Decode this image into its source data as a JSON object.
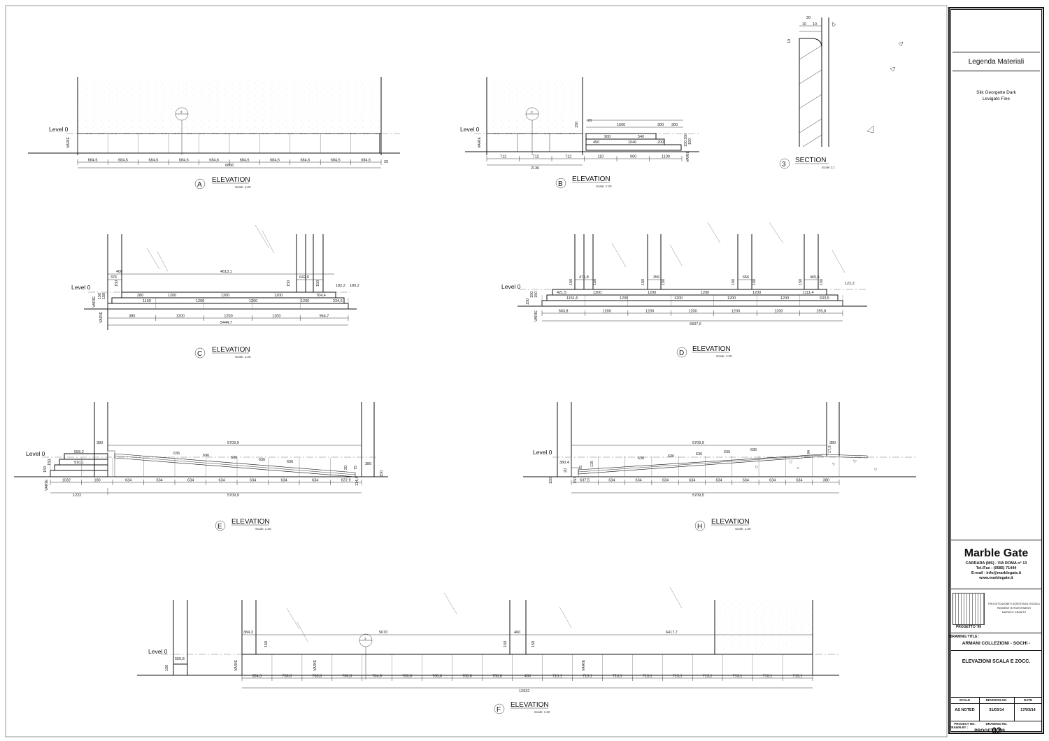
{
  "level_label": "Level 0",
  "vertical_dim_label": "VARIE",
  "views": {
    "A": {
      "letter": "A",
      "title": "ELEVATION",
      "scale": "Scale: 1:20",
      "segment_dims": [
        "684,6",
        "684,6",
        "684,6",
        "684,6",
        "684,6",
        "684,6",
        "684,6",
        "684,6",
        "684,6",
        "684,6"
      ],
      "overall_dim": "6866",
      "end_dim": "20",
      "detail_ref": "3"
    },
    "B": {
      "letter": "B",
      "title": "ELEVATION",
      "scale": "Scale: 1:20",
      "bottom_dims": [
        "712",
        "712",
        "712",
        "110",
        "900",
        "1100"
      ],
      "overall_dim": "2136",
      "detail_ref": "3",
      "top_dims": [
        "20",
        "1500",
        "300",
        "300"
      ],
      "step_dims": [
        "900",
        "540",
        "450",
        "1040",
        "200"
      ],
      "height_dims": [
        "150",
        "150",
        "150",
        "150"
      ]
    },
    "S3": {
      "number": "3",
      "title": "SECTION",
      "scale": "Scale 1:1",
      "top_dims": [
        "20",
        "10",
        "10"
      ],
      "side_dim": "10"
    },
    "C": {
      "letter": "C",
      "title": "ELEVATION",
      "scale": "Scale: 1:20",
      "top_dims": [
        "400",
        "4613,1"
      ],
      "col_dims": [
        "376",
        "150",
        "642,9",
        "150"
      ],
      "upper_dims": [
        "280",
        "1200",
        "1200",
        "1200",
        "704,4"
      ],
      "lower_dims": [
        "1160",
        "1200",
        "1200",
        "1200",
        "234,6"
      ],
      "right_dims": [
        "182,2",
        "180,2"
      ],
      "bottom_dims": [
        "380",
        "1200",
        "1200",
        "1200",
        "964,7"
      ],
      "overall_dim": "5444,7",
      "height_dims": [
        "150",
        "150",
        "150"
      ]
    },
    "D": {
      "letter": "D",
      "title": "ELEVATION",
      "scale": "Scale: 1:20",
      "col_dims": [
        "150",
        "475,8",
        "150",
        "150",
        "356",
        "150",
        "150",
        "656",
        "150",
        "150",
        "465,5",
        "150"
      ],
      "upper_dims": [
        "421,5",
        "1200",
        "1200",
        "1200",
        "1200",
        "1111,4"
      ],
      "lower_dims": [
        "1151,6",
        "1200",
        "1200",
        "1200",
        "1200",
        "633,5"
      ],
      "right_dim": "122,2",
      "bottom_dims": [
        "683,8",
        "1200",
        "1200",
        "1200",
        "1200",
        "1200",
        "155,8"
      ],
      "overall_dim": "6837,6",
      "height_dims": [
        "150",
        "150",
        "150"
      ]
    },
    "E": {
      "letter": "E",
      "title": "ELEVATION",
      "scale": "Scale: 1:20",
      "top_dims": [
        "380",
        "5709,9"
      ],
      "step_dims": [
        "558,2",
        "910,1"
      ],
      "slope_dims": [
        "636",
        "696",
        "636",
        "636",
        "636"
      ],
      "end_dims": [
        "20",
        "75",
        "380",
        "150",
        "114,4"
      ],
      "bottom_dims": [
        "1032",
        "180",
        "634",
        "634",
        "634",
        "634",
        "634",
        "634",
        "634",
        "637,9"
      ],
      "overall_dims": [
        "1222",
        "5709,9"
      ],
      "height_dims": [
        "150",
        "150"
      ]
    },
    "H": {
      "letter": "H",
      "title": "ELEVATION",
      "scale": "Scale: 1:20",
      "top_dims": [
        "5709,9",
        "380"
      ],
      "left_dims": [
        "380,4",
        "20",
        "75",
        "115"
      ],
      "slope_dims": [
        "636",
        "636",
        "636",
        "636",
        "636"
      ],
      "right_dims": [
        "94",
        "17,6"
      ],
      "bottom_dims": [
        "637,5",
        "634",
        "634",
        "634",
        "634",
        "634",
        "634",
        "634",
        "634",
        "380"
      ],
      "overall_dim": "5709,5",
      "side_dim": "150",
      "small_dim": "150"
    },
    "F": {
      "letter": "F",
      "title": "ELEVATION",
      "scale": "Scale: 1:20",
      "top_dims": [
        "384,3",
        "5670",
        "460",
        "6417,7"
      ],
      "detail_ref": "3",
      "left_dims": [
        "555,8",
        "150"
      ],
      "col_dims": [
        "150",
        "150",
        "150"
      ],
      "bottom_dims": [
        "384,3",
        "708,8",
        "708,8",
        "708,8",
        "704,9",
        "708,8",
        "708,8",
        "708,8",
        "708,8",
        "460",
        "713,1",
        "713,1",
        "713,1",
        "713,1",
        "713,1",
        "713,1",
        "713,1",
        "713,1",
        "713,1"
      ],
      "overall_dim": "12932"
    }
  },
  "title_block": {
    "legend_title": "Legenda Materiali",
    "material_line1": "Silk Georgette Dark",
    "material_line2": "Levigato Fine",
    "company": "Marble Gate",
    "address": "CARRARA (MS) - VIA ROMA n° 13",
    "phone": "Tel./Fax - (0585) 71444",
    "email": "E-mail - info@marblegate.it",
    "web": "www.marblegate.it",
    "studio_logo": "PROGETTO '99",
    "studio_line1": "PROGETTAZIONE E ASSISTENZA TECNICA",
    "studio_line2": "PAVIMENTI E RIVESTIMENTI",
    "studio_line3": "MARMO E GRANITO",
    "drawing_title_label": "DRAWING TITLE :",
    "project_name": "ARMANI COLLEZIONI - SOCHI -",
    "drawing_name": "ELEVAZIONI SCALA E ZOCC.",
    "scale_label": "SCALE",
    "revision_label": "REVISION NO.",
    "date_label": "DATE",
    "scale_value": "AS NOTED",
    "revision_value": "31/03/14",
    "date_value": "17/03/14",
    "project_no_label": "PROJECT NO.",
    "drawing_no_label": "DRAWING NO.",
    "drawing_no": "02",
    "drawn_by_label": "DRAWN BY :",
    "drawn_by": "PROGETTO99"
  },
  "colors": {
    "line": "#111111",
    "paper": "#ffffff",
    "stone_texture": "#c8c8c8"
  }
}
